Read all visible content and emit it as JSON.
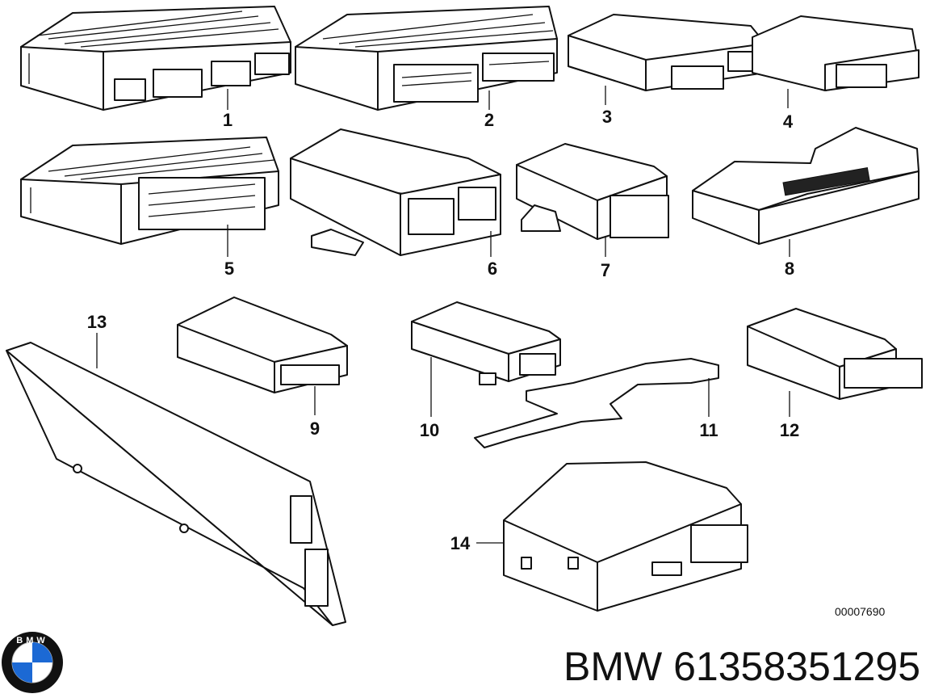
{
  "callouts": [
    "1",
    "2",
    "3",
    "4",
    "5",
    "6",
    "7",
    "8",
    "9",
    "10",
    "11",
    "12",
    "13",
    "14"
  ],
  "drawing_number": "00007690",
  "caption": "BMW 61358351295",
  "logo": {
    "letters": "BMW",
    "colors": {
      "blue": "#1c69d4",
      "ring": "#111111"
    }
  }
}
